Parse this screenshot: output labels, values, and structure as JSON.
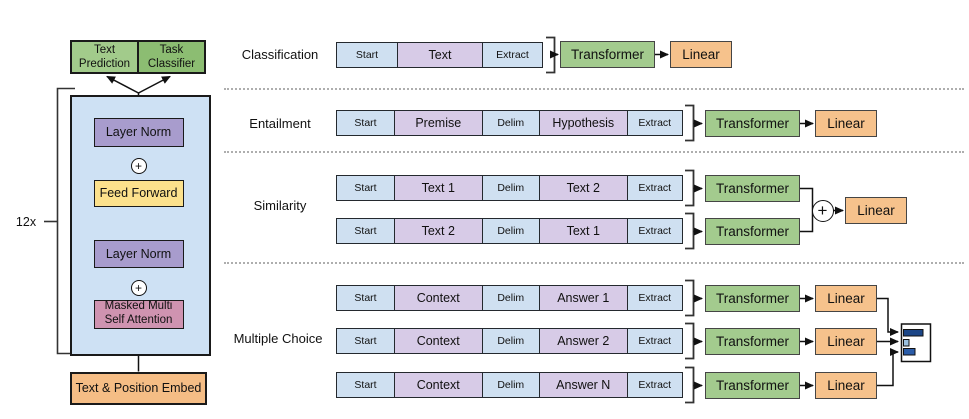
{
  "palette": {
    "token_blue": "#cfe0f1",
    "token_purple": "#d7cbe7",
    "head_green_light": "#a2cb8b",
    "head_green_dark": "#8cbd72",
    "transformer_green": "#a3cb8e",
    "linear_orange": "#f6c28c",
    "container_blue": "#cee1f4",
    "layer_norm_purple": "#a89ccd",
    "feed_forward_yellow": "#fce18c",
    "attention_pink": "#cf93b0",
    "embed_orange": "#f5bd85",
    "result_bar_dark": "#1b4586",
    "result_bar_light": "#9cc1e0",
    "result_bar_mid": "#2a5ca8"
  },
  "left_panel": {
    "repeat_label": "12x",
    "text_prediction_label": "Text\nPrediction",
    "task_classifier_label": "Task\nClassifier",
    "layer_norm_top_label": "Layer Norm",
    "feed_forward_label": "Feed Forward",
    "layer_norm_bottom_label": "Layer Norm",
    "attention_label": "Masked Multi\nSelf Attention",
    "embed_label": "Text & Position Embed",
    "add_symbol": "+"
  },
  "right_panel": {
    "transformer_label": "Transformer",
    "linear_label": "Linear",
    "add_symbol": "+",
    "tasks": [
      {
        "label": "Classification",
        "strips": [
          [
            "Start",
            "Text",
            "Extract"
          ]
        ]
      },
      {
        "label": "Entailment",
        "strips": [
          [
            "Start",
            "Premise",
            "Delim",
            "Hypothesis",
            "Extract"
          ]
        ]
      },
      {
        "label": "Similarity",
        "strips": [
          [
            "Start",
            "Text 1",
            "Delim",
            "Text 2",
            "Extract"
          ],
          [
            "Start",
            "Text 2",
            "Delim",
            "Text 1",
            "Extract"
          ]
        ]
      },
      {
        "label": "Multiple Choice",
        "strips": [
          [
            "Start",
            "Context",
            "Delim",
            "Answer 1",
            "Extract"
          ],
          [
            "Start",
            "Context",
            "Delim",
            "Answer 2",
            "Extract"
          ],
          [
            "Start",
            "Context",
            "Delim",
            "Answer N",
            "Extract"
          ]
        ]
      }
    ],
    "result_chart": {
      "bars": [
        {
          "width": 19.5,
          "color": "#1b4586"
        },
        {
          "width": 5.5,
          "color": "#9cc1e0"
        },
        {
          "width": 11.5,
          "color": "#2a5ca8"
        }
      ]
    }
  }
}
